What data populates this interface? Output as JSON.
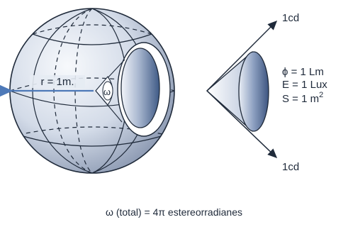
{
  "sphere": {
    "radius_label": "r = 1m.",
    "angle_symbol": "ω"
  },
  "cone": {
    "upper_ray_label": "1cd",
    "lower_ray_label": "1cd",
    "flux_label": "ϕ = 1 Lm",
    "illuminance_label": "E = 1 Lux",
    "area_label_base": "S = 1 m",
    "area_label_exponent": "2"
  },
  "caption": "ω (total) = 4π estereorradianes",
  "colors": {
    "line": "#1f2a3a",
    "sphere_light": "#f4f6fb",
    "sphere_dark": "#7d8ca9",
    "disc_dark": "#3f5a86",
    "arrow_blue": "#4d79b8"
  }
}
